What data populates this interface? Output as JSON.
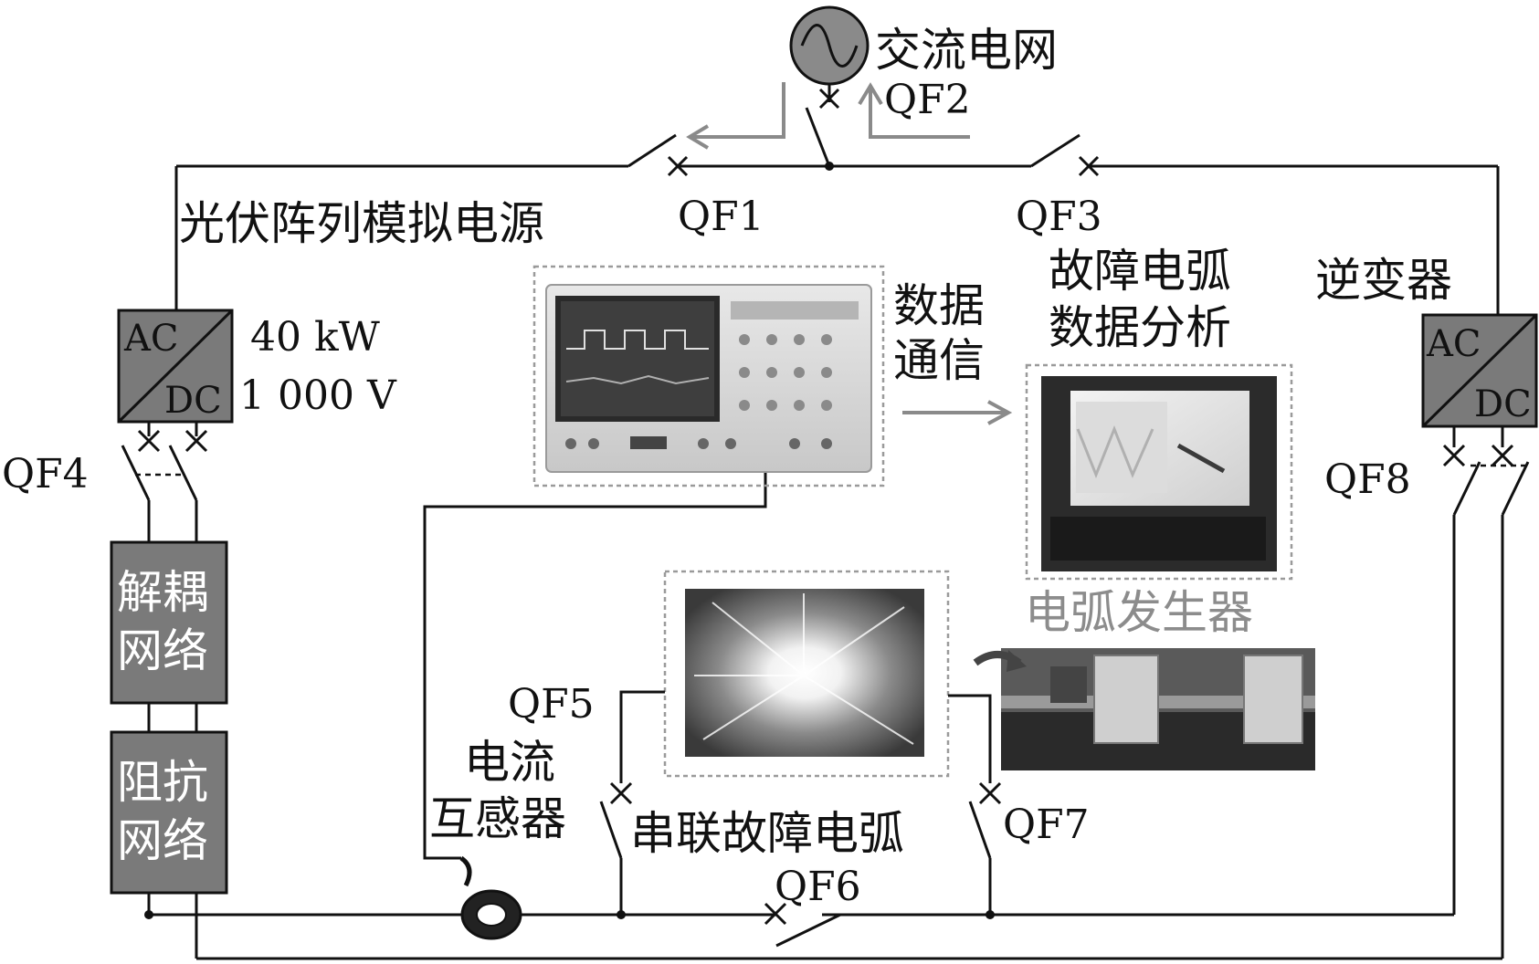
{
  "labels": {
    "grid": "交流电网",
    "qf1": "QF1",
    "qf2": "QF2",
    "qf3": "QF3",
    "qf4": "QF4",
    "qf5": "QF5",
    "qf6": "QF6",
    "qf7": "QF7",
    "qf8": "QF8",
    "pv_sim": "光伏阵列模拟电源",
    "rating_power": "40 kW",
    "rating_voltage": "1 000 V",
    "conv_ac": "AC",
    "conv_dc": "DC",
    "inv_ac": "AC",
    "inv_dc": "DC",
    "decouple_1": "解耦",
    "decouple_2": "网络",
    "impedance_1": "阻抗",
    "impedance_2": "网络",
    "data_comm_1": "数据",
    "data_comm_2": "通信",
    "analysis_1": "故障电弧",
    "analysis_2": "数据分析",
    "inverter": "逆变器",
    "arc_gen": "电弧发生器",
    "ct_1": "电流",
    "ct_2": "互感器",
    "series_arc": "串联故障电弧"
  },
  "colors": {
    "wire": "#111111",
    "box_fill": "#7a7a7a",
    "gray_arrow": "#8a8a8a",
    "arc_label": "#8c8c8c"
  }
}
